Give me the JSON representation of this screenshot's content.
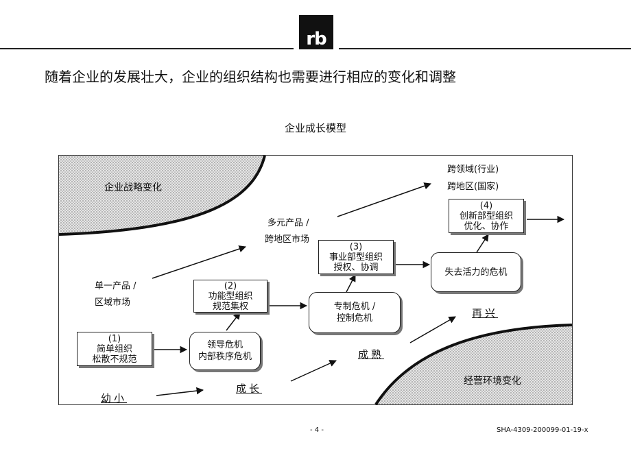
{
  "header": {
    "logo_text": "rb",
    "heading": "随着企业的发展壮大，企业的组织结构也需要进行相应的变化和调整"
  },
  "diagram": {
    "title": "企业成长模型",
    "regions": {
      "top_left": "企业战略变化",
      "bottom_right": "经营环境变化"
    },
    "markets": {
      "single": [
        "单一产品 /",
        "区域市场"
      ],
      "multi": [
        "多元产品 /",
        "跨地区市场"
      ],
      "cross": [
        "跨领域(行业)",
        "跨地区(国家)"
      ]
    },
    "org_boxes": [
      {
        "num": "(1)",
        "lines": [
          "简单组织",
          "松散不规范"
        ]
      },
      {
        "num": "(2)",
        "lines": [
          "功能型组织",
          "规范集权"
        ]
      },
      {
        "num": "(3)",
        "lines": [
          "事业部型组织",
          "授权、协调"
        ]
      },
      {
        "num": "(4)",
        "lines": [
          "创新部型组织",
          "优化、协作"
        ]
      }
    ],
    "crises": [
      [
        "领导危机",
        "内部秩序危机"
      ],
      [
        "专制危机 /",
        "控制危机"
      ],
      [
        "失去活力的危机"
      ]
    ],
    "stages": [
      "幼小",
      "成长",
      "成熟",
      "再兴"
    ]
  },
  "footer": {
    "page": "- 4 -",
    "doc_id": "SHA-4309-200099-01-19-x"
  }
}
